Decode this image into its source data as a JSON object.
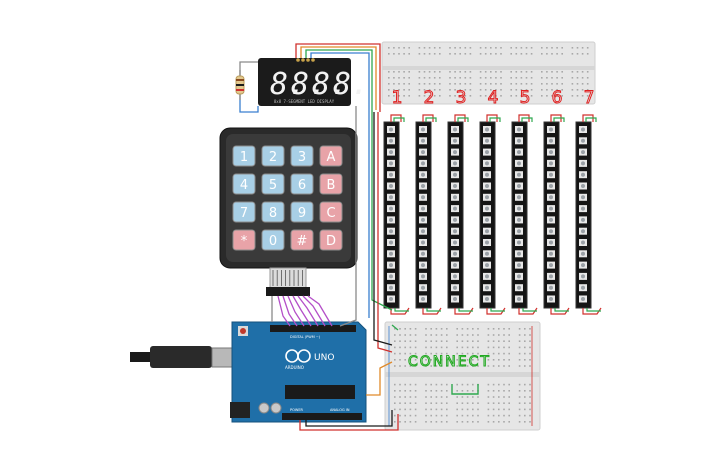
{
  "display": {
    "digits": [
      "8.",
      "8.",
      "8.",
      "8."
    ],
    "caption": "8x8 7-SEGMENT LED DISPLAY"
  },
  "keypad": {
    "keys": [
      [
        "1",
        "2",
        "3",
        "A"
      ],
      [
        "4",
        "5",
        "6",
        "B"
      ],
      [
        "7",
        "8",
        "9",
        "C"
      ],
      [
        "*",
        "0",
        "#",
        "D"
      ]
    ]
  },
  "strips": {
    "labels": [
      "1",
      "2",
      "3",
      "4",
      "5",
      "6",
      "7"
    ]
  },
  "breadboard": {
    "annotation": "CONNECT"
  },
  "arduino": {
    "model": "UNO",
    "brand": "ARDUINO",
    "digital_label": "DIGITAL (PWM ~)",
    "power_label": "POWER",
    "analog_label": "ANALOG IN"
  },
  "colors": {
    "wire_red": "#d0312d",
    "wire_orange": "#e08a2a",
    "wire_green": "#2fa84f",
    "wire_blue": "#3a7fd0",
    "wire_purple": "#b44fc8",
    "wire_gray": "#8a8a8a",
    "strip_label": "#e02020",
    "annotation": "#22aa22",
    "board_blue": "#1f6fa8"
  }
}
